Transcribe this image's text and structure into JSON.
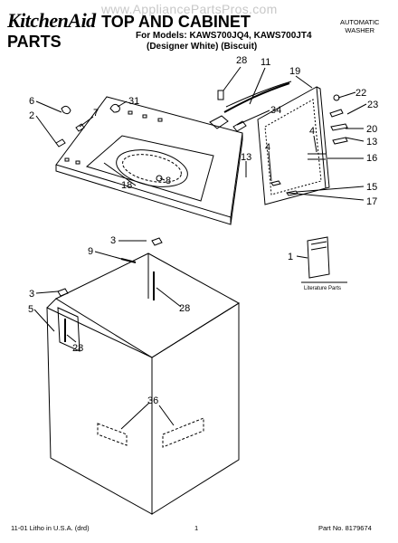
{
  "header": {
    "brand": "KitchenAid",
    "title": "TOP AND CABINET PARTS",
    "models_line1": "For Models: KAWS700JQ4, KAWS700JT4",
    "models_line2": "(Designer White)   (Biscuit)",
    "subtitle_line1": "AUTOMATIC",
    "subtitle_line2": "WASHER",
    "watermark": "www.AppliancePartsPros.com"
  },
  "callouts": {
    "c28a": "28",
    "c11": "11",
    "c19": "19",
    "c22": "22",
    "c23": "23",
    "c6": "6",
    "c31": "31",
    "c7": "7",
    "c2": "2",
    "c34": "34",
    "c20": "20",
    "c13a": "13",
    "c13b": "13",
    "c4a": "4",
    "c4b": "4",
    "c16": "16",
    "c18": "18",
    "c8": "8",
    "c15": "15",
    "c17": "17",
    "c3a": "3",
    "c9": "9",
    "c1": "1",
    "c3b": "3",
    "c5": "5",
    "c28b": "28",
    "c28c": "28",
    "c36": "36"
  },
  "literature_label": "Literature Parts",
  "footer": {
    "left": "11-01 Litho in U.S.A. (drd)",
    "page": "1",
    "part_number": "Part No. 8179674"
  }
}
